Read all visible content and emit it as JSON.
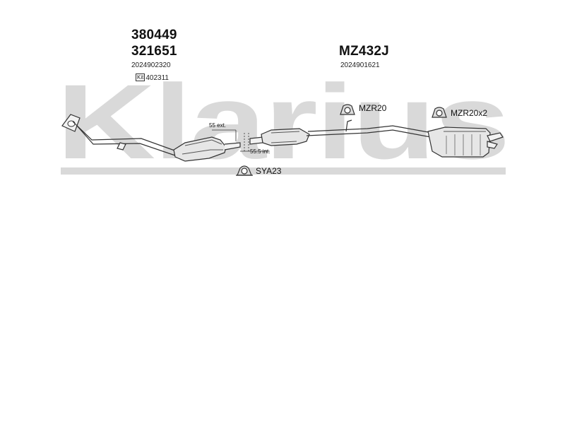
{
  "watermark": {
    "text": "Klarius"
  },
  "front_section": {
    "part_numbers": [
      "380449",
      "321651"
    ],
    "oe_number": "2024902320",
    "kit_tag": "Kit",
    "kit_number": "402311"
  },
  "rear_section": {
    "part_number": "MZ432J",
    "oe_number": "2024901621"
  },
  "hangers": {
    "middle": "MZR20",
    "rear": "MZR20x2",
    "clamp": "SYA23"
  },
  "dimensions": {
    "external": "55 ext.",
    "internal": "55.5 int."
  },
  "colors": {
    "watermark": "#d9d9d9",
    "line": "#333333",
    "fill": "#e6e6e6"
  }
}
